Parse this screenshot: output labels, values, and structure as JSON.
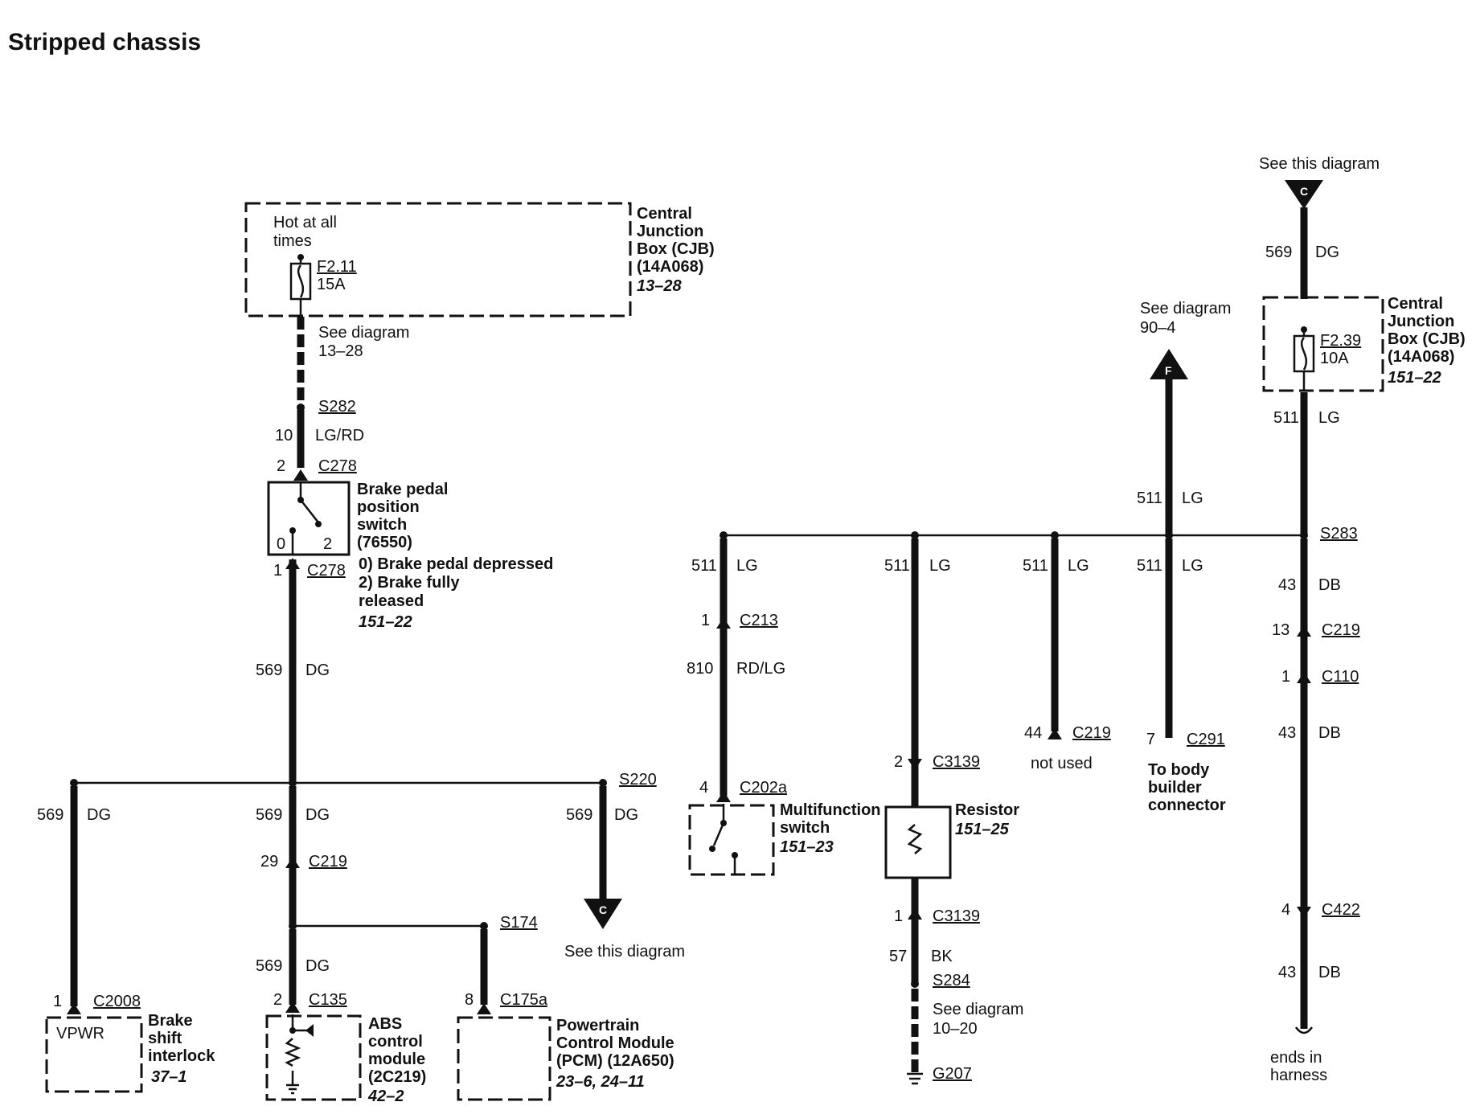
{
  "title": "Stripped chassis",
  "cjb_left": {
    "hot": [
      "Hot at all",
      "times"
    ],
    "fuse": "F2.11",
    "amp": "15A",
    "name": [
      "Central",
      "Junction",
      "Box (CJB)",
      "(14A068)"
    ],
    "ref": "13–28"
  },
  "left_trunk": {
    "see": [
      "See diagram",
      "13–28"
    ],
    "splice1": "S282",
    "w1_num": "10",
    "w1_color": "LG/RD",
    "c_top_pin": "2",
    "c_top": "C278",
    "switch_name": [
      "Brake pedal",
      "position",
      "switch",
      "(76550)"
    ],
    "pos0": "0",
    "pos2": "2",
    "states": [
      "0) Brake pedal depressed",
      "2) Brake fully",
      "released"
    ],
    "switch_ref": "151–22",
    "c_bot_pin": "1",
    "c_bot": "C278",
    "w2_num": "569",
    "w2_color": "DG",
    "splice2": "S220"
  },
  "branch_interlock": {
    "num": "569",
    "color": "DG",
    "pin": "1",
    "conn": "C2008",
    "inner": "VPWR",
    "name": [
      "Brake",
      "shift",
      "interlock"
    ],
    "ref": "37–1"
  },
  "branch_center": {
    "num": "569",
    "color": "DG",
    "pin": "29",
    "conn": "C219",
    "splice": "S174"
  },
  "branch_abs": {
    "num": "569",
    "color": "DG",
    "pin": "2",
    "conn": "C135",
    "name": [
      "ABS",
      "control",
      "module",
      "(2C219)"
    ],
    "ref": "42–2"
  },
  "branch_pcm": {
    "pin": "8",
    "conn": "C175a",
    "name": [
      "Powertrain",
      "Control Module",
      "(PCM) (12A650)"
    ],
    "ref": "23–6, 24–11"
  },
  "branch_c": {
    "num": "569",
    "color": "DG",
    "letter": "C",
    "see": "See this diagram"
  },
  "right_top": {
    "see": "See this diagram",
    "letter": "C",
    "num": "569",
    "color": "DG"
  },
  "cjb_right": {
    "fuse": "F2.39",
    "amp": "10A",
    "name": [
      "Central",
      "Junction",
      "Box (CJB)",
      "(14A068)"
    ],
    "ref": "151–22"
  },
  "right_trunk": {
    "w1_num": "511",
    "w1_color": "LG",
    "splice": "S283",
    "w2_num": "43",
    "w2_color": "DB",
    "c1_pin": "13",
    "c1": "C219",
    "c2_pin": "1",
    "c2": "C110",
    "w3_num": "43",
    "w3_color": "DB",
    "c3_pin": "4",
    "c3": "C422",
    "w4_num": "43",
    "w4_color": "DB",
    "end": [
      "ends in",
      "harness"
    ]
  },
  "f_branch": {
    "see": [
      "See diagram",
      "90–4"
    ],
    "letter": "F",
    "num": "511",
    "color": "LG"
  },
  "mfs_branch": {
    "num": "511",
    "color": "LG",
    "pin1": "1",
    "c1": "C213",
    "num2": "810",
    "color2": "RD/LG",
    "pin2": "4",
    "c2": "C202a",
    "name": [
      "Multifunction",
      "switch"
    ],
    "ref": "151–23"
  },
  "res_branch": {
    "num": "511",
    "color": "LG",
    "pin1": "2",
    "c1": "C3139",
    "name": "Resistor",
    "ref": "151–25",
    "pin2": "1",
    "c2": "C3139",
    "num2": "57",
    "color2": "BK",
    "splice": "S284",
    "see": [
      "See diagram",
      "10–20"
    ],
    "ground": "G207"
  },
  "nu_branch": {
    "num": "511",
    "color": "LG",
    "pin": "44",
    "conn": "C219",
    "note": "not used"
  },
  "bb_branch": {
    "num": "511",
    "color": "LG",
    "pin": "7",
    "conn": "C291",
    "name": [
      "To body",
      "builder",
      "connector"
    ]
  }
}
